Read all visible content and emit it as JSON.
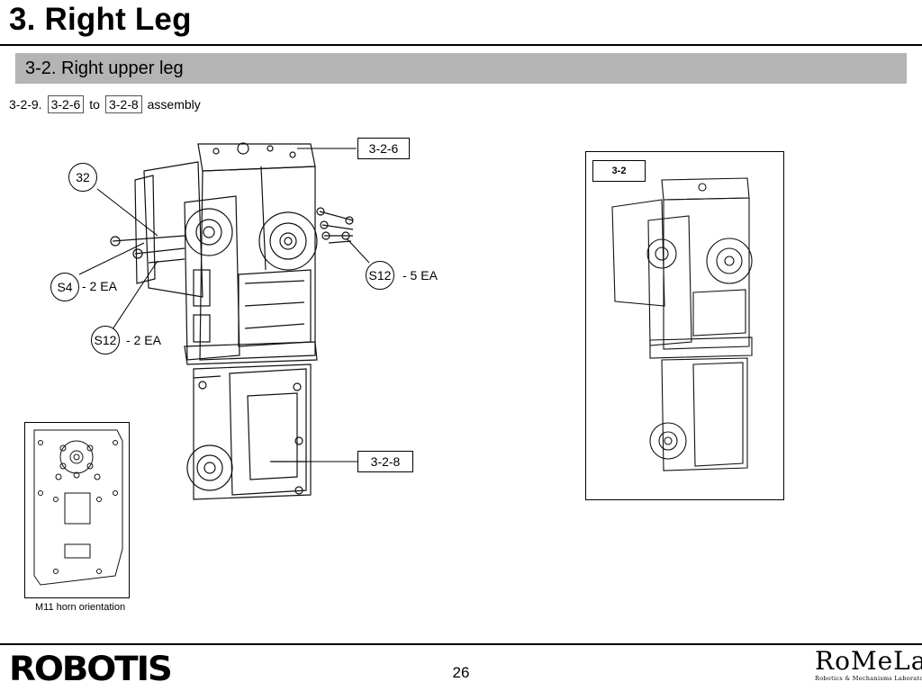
{
  "header": {
    "title": "3. Right Leg",
    "section": "3-2. Right upper leg"
  },
  "step": {
    "number": "3-2-9.",
    "from_ref": "3-2-6",
    "connector": "to",
    "to_ref": "3-2-8",
    "action": "assembly"
  },
  "callouts": {
    "part_top": "3-2-6",
    "part_bottom": "3-2-8",
    "part_32": "32",
    "screw_s4": "S4",
    "screw_s4_qty": "- 2 EA",
    "screw_s12_left": "S12",
    "screw_s12_left_qty": "- 2 EA",
    "screw_s12_right": "S12",
    "screw_s12_right_qty": "- 5 EA"
  },
  "inset": {
    "tag": "3-2"
  },
  "horn": {
    "caption": "M11 horn orientation"
  },
  "footer": {
    "brand": "ROBOTIS",
    "page_number": "26",
    "lab_name": "RoMeLa",
    "lab_subtitle": "Robotics & Mechanisms Laboratory"
  }
}
